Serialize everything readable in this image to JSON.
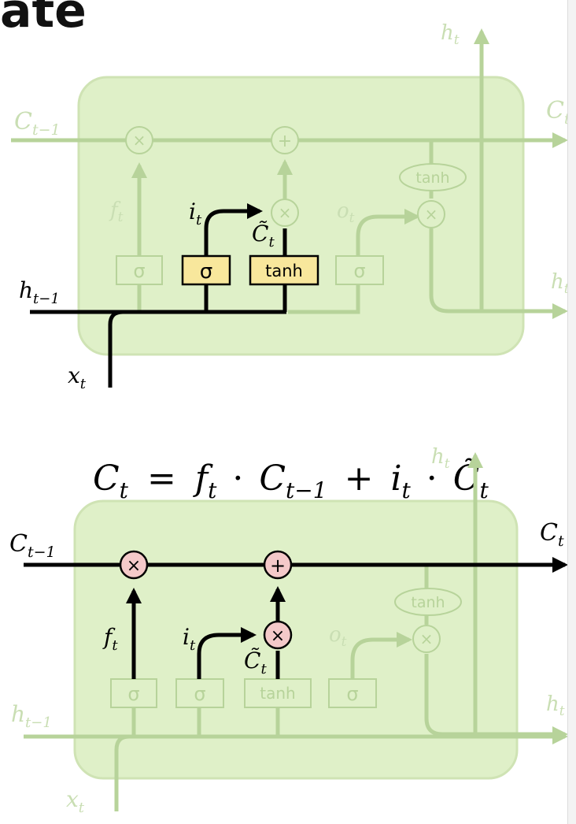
{
  "heading_fragment": "ate",
  "colors": {
    "cell_fill": "#dff0c8",
    "cell_border": "#cfe3b4",
    "faded_line": "#b7d39a",
    "highlight_line": "#000000",
    "gate_yellow": "#f8e79c",
    "op_pink": "#f4c9c9"
  },
  "top_diagram": {
    "labels": {
      "c_prev": "C",
      "c_prev_sub": "t−1",
      "c_out": "C",
      "c_out_sub": "t",
      "h_prev": "h",
      "h_prev_sub": "t−1",
      "h_out_top": "h",
      "h_out_top_sub": "t",
      "h_out_right": "h",
      "h_out_right_sub": "t",
      "x_in": "x",
      "x_in_sub": "t",
      "f": "f",
      "f_sub": "t",
      "i": "i",
      "i_sub": "t",
      "o": "o",
      "o_sub": "t",
      "c_tilde": "C̃",
      "c_tilde_sub": "t"
    },
    "ops": {
      "mult": "×",
      "add": "+"
    },
    "gates": {
      "forget": "σ",
      "input": "σ",
      "candidate": "tanh",
      "output": "σ",
      "output_tanh": "tanh"
    }
  },
  "equation": {
    "lhs": "C",
    "lhs_sub": "t",
    "eq": "=",
    "f": "f",
    "f_sub": "t",
    "dot1": "·",
    "c_prev": "C",
    "c_prev_sub": "t−1",
    "plus": "+",
    "i": "i",
    "i_sub": "t",
    "dot2": "·",
    "c_tilde": "C̃",
    "c_tilde_sub": "t"
  },
  "bottom_diagram": {
    "labels": {
      "c_prev": "C",
      "c_prev_sub": "t−1",
      "c_out": "C",
      "c_out_sub": "t",
      "h_prev": "h",
      "h_prev_sub": "t−1",
      "h_out_top": "h",
      "h_out_top_sub": "t",
      "h_out_right": "h",
      "h_out_right_sub": "t",
      "x_in": "x",
      "x_in_sub": "t",
      "f": "f",
      "f_sub": "t",
      "i": "i",
      "i_sub": "t",
      "o": "o",
      "o_sub": "t",
      "c_tilde": "C̃",
      "c_tilde_sub": "t"
    },
    "ops": {
      "mult": "×",
      "add": "+"
    },
    "gates": {
      "forget": "σ",
      "input": "σ",
      "candidate": "tanh",
      "output": "σ",
      "output_tanh": "tanh"
    }
  }
}
